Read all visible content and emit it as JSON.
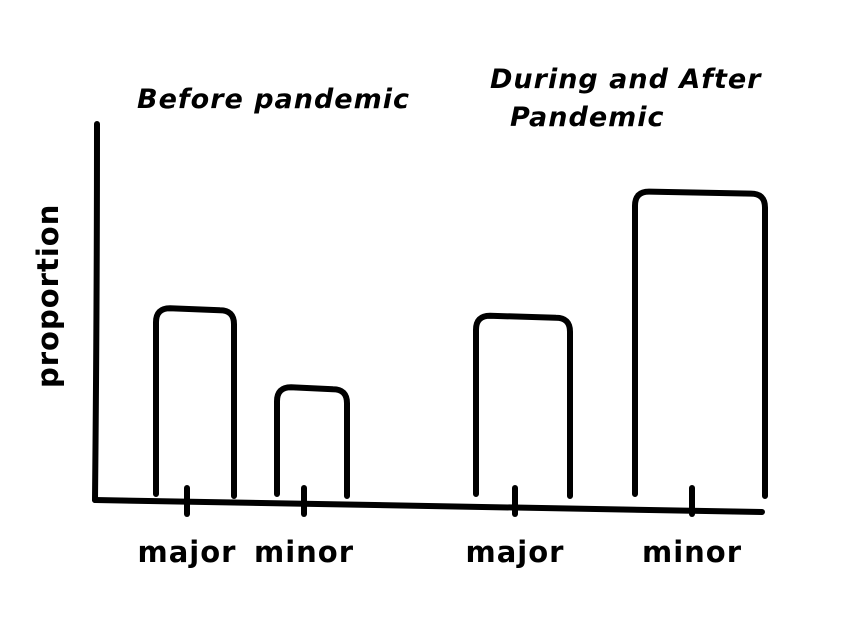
{
  "chart_data": {
    "type": "bar",
    "ylabel": "proportion",
    "groups": [
      {
        "title_lines": [
          "Before pandemic"
        ],
        "categories": [
          "major",
          "minor"
        ],
        "values": [
          0.51,
          0.3
        ]
      },
      {
        "title_lines": [
          "During and After",
          "Pandemic"
        ],
        "categories": [
          "major",
          "minor"
        ],
        "values": [
          0.49,
          0.82
        ]
      }
    ],
    "ylim": [
      0,
      1
    ],
    "axis_ticks": "none",
    "grid": false,
    "legend": "none",
    "style": "hand-drawn"
  },
  "colors": {
    "ink": "#000000",
    "background": "#ffffff"
  }
}
